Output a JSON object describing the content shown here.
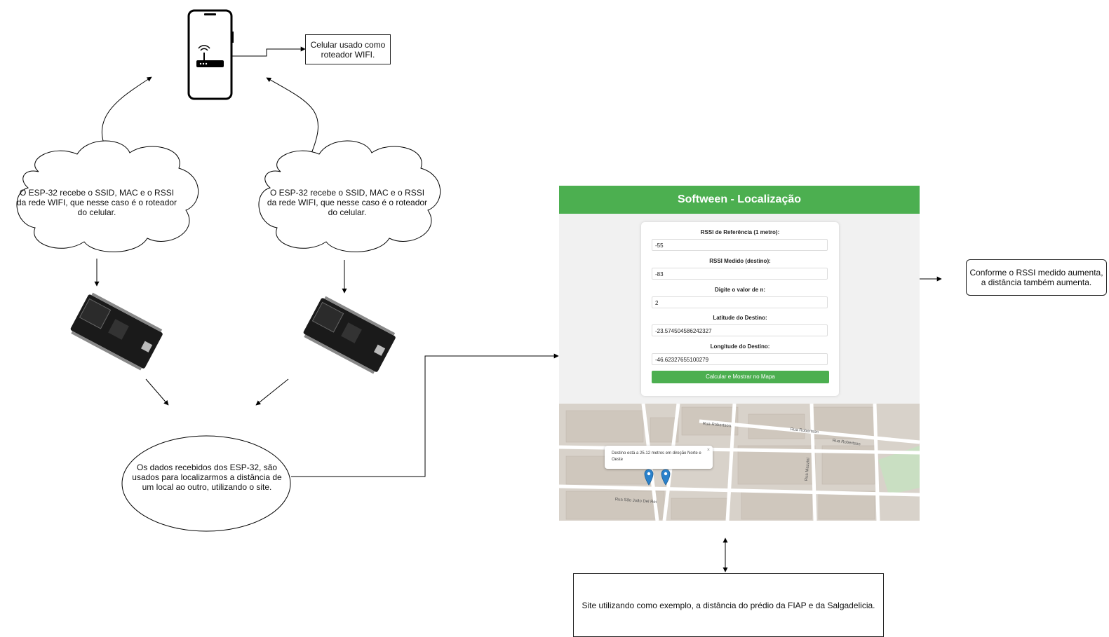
{
  "phone_note": "Celular usado como roteador WIFI.",
  "cloud_left": "O ESP-32 recebe o SSID, MAC e o RSSI da rede WIFI, que nesse caso é o roteador do celular.",
  "cloud_right": "O ESP-32 recebe o SSID, MAC e o RSSI da rede WIFI, que nesse caso é o roteador do celular.",
  "ellipse_text": "Os dados recebidos dos ESP-32, são usados para localizarmos a distância de um local ao outro, utilizando o site.",
  "rssi_note": "Conforme o RSSI medido aumenta, a distância também aumenta.",
  "site_note": "Site utilizando como exemplo, a distância do prédio da FIAP e da Salgadelicia.",
  "app": {
    "title": "Softween - Localização",
    "rssi_ref_label": "RSSI de Referência (1 metro):",
    "rssi_ref_value": "-55",
    "rssi_measured_label": "RSSI Medido (destino):",
    "rssi_measured_value": "-83",
    "n_label": "Digite o valor de n:",
    "n_value": "2",
    "lat_label": "Latitude do Destino:",
    "lat_value": "-23.574504586242327",
    "lon_label": "Longitude do Destino:",
    "lon_value": "-46.62327655100279",
    "button_label": "Calcular e Mostrar no Mapa",
    "popup_text": "Destino está a 25.12 metros em direção Norte e Oeste",
    "popup_close": "×",
    "streets": [
      "Rua Robertson",
      "Rua Robertson",
      "Rua Robertson",
      "Rua São João Del Rei",
      "Rua Mazzini"
    ]
  },
  "colors": {
    "header_green": "#4caf50",
    "map_bg": "#d7d1c9",
    "pin_blue": "#2a81cb"
  }
}
